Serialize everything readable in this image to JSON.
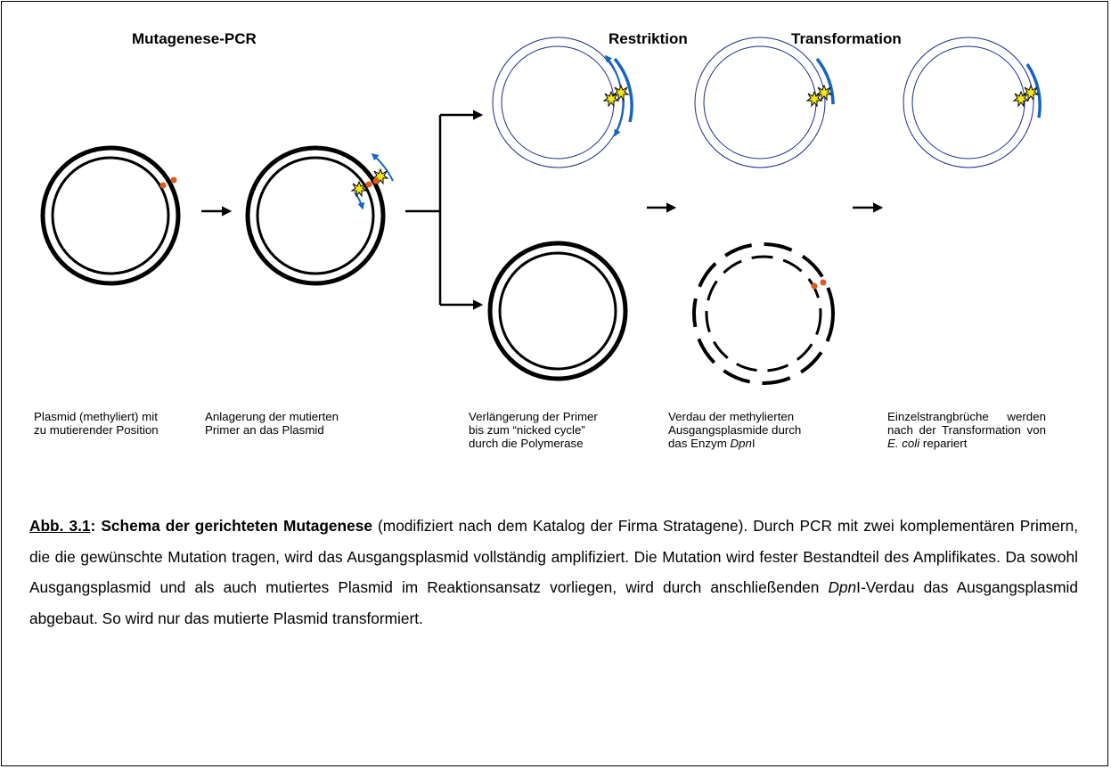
{
  "headers": {
    "pcr": "Mutagenese-PCR",
    "restriction": "Restriktion",
    "transformation": "Transformation"
  },
  "captions": {
    "step1": {
      "line1": "Plasmid (methyliert) mit",
      "line2": "zu mutierender Position"
    },
    "step2": {
      "line1": "Anlagerung der mutierten",
      "line2": "Primer an das Plasmid"
    },
    "step3": {
      "line1": "Verlängerung der Primer",
      "line2": "bis zum “nicked cycle”",
      "line3": "durch die Polymerase"
    },
    "step4": {
      "line1": "Verdau der methylierten",
      "line2": "Ausgangsplasmide durch",
      "line3_prefix": "das Enzym ",
      "enzyme_italic": "Dpn",
      "enzyme_suffix": "I"
    },
    "step5": {
      "line1": "Einzelstrangbrüche werden",
      "line2": "nach der Transformation von",
      "organism_italic": "E. coli",
      "line3_suffix": " repariert"
    }
  },
  "figure_caption": {
    "label": "Abb. 3.1",
    "colon": ":",
    "title": " Schema der gerichteten Mutagenese",
    "text_part1": " (modifiziert nach dem Katalog der Firma Stratagene). Durch PCR mit zwei komplementären Primern, die die gewünschte Mutation tragen, wird das Ausgangsplasmid vollständig amplifiziert. Die Mutation wird fester Bestandteil des Amplifikates. Da sowohl Ausgangsplasmid und als auch mutiertes Plasmid im Reaktionsansatz vorliegen, wird durch anschließenden ",
    "enzyme_italic": "Dpn",
    "text_part2": "I-Verdau das Ausgangsplasmid abgebaut. So wird nur das mutierte Plasmid transformiert."
  },
  "colors": {
    "strand_black": "#000000",
    "strand_new": "#1f2a8a",
    "primer": "#1565c0",
    "mutation": "#e05a1c",
    "spark_fill": "#f5e61a"
  }
}
